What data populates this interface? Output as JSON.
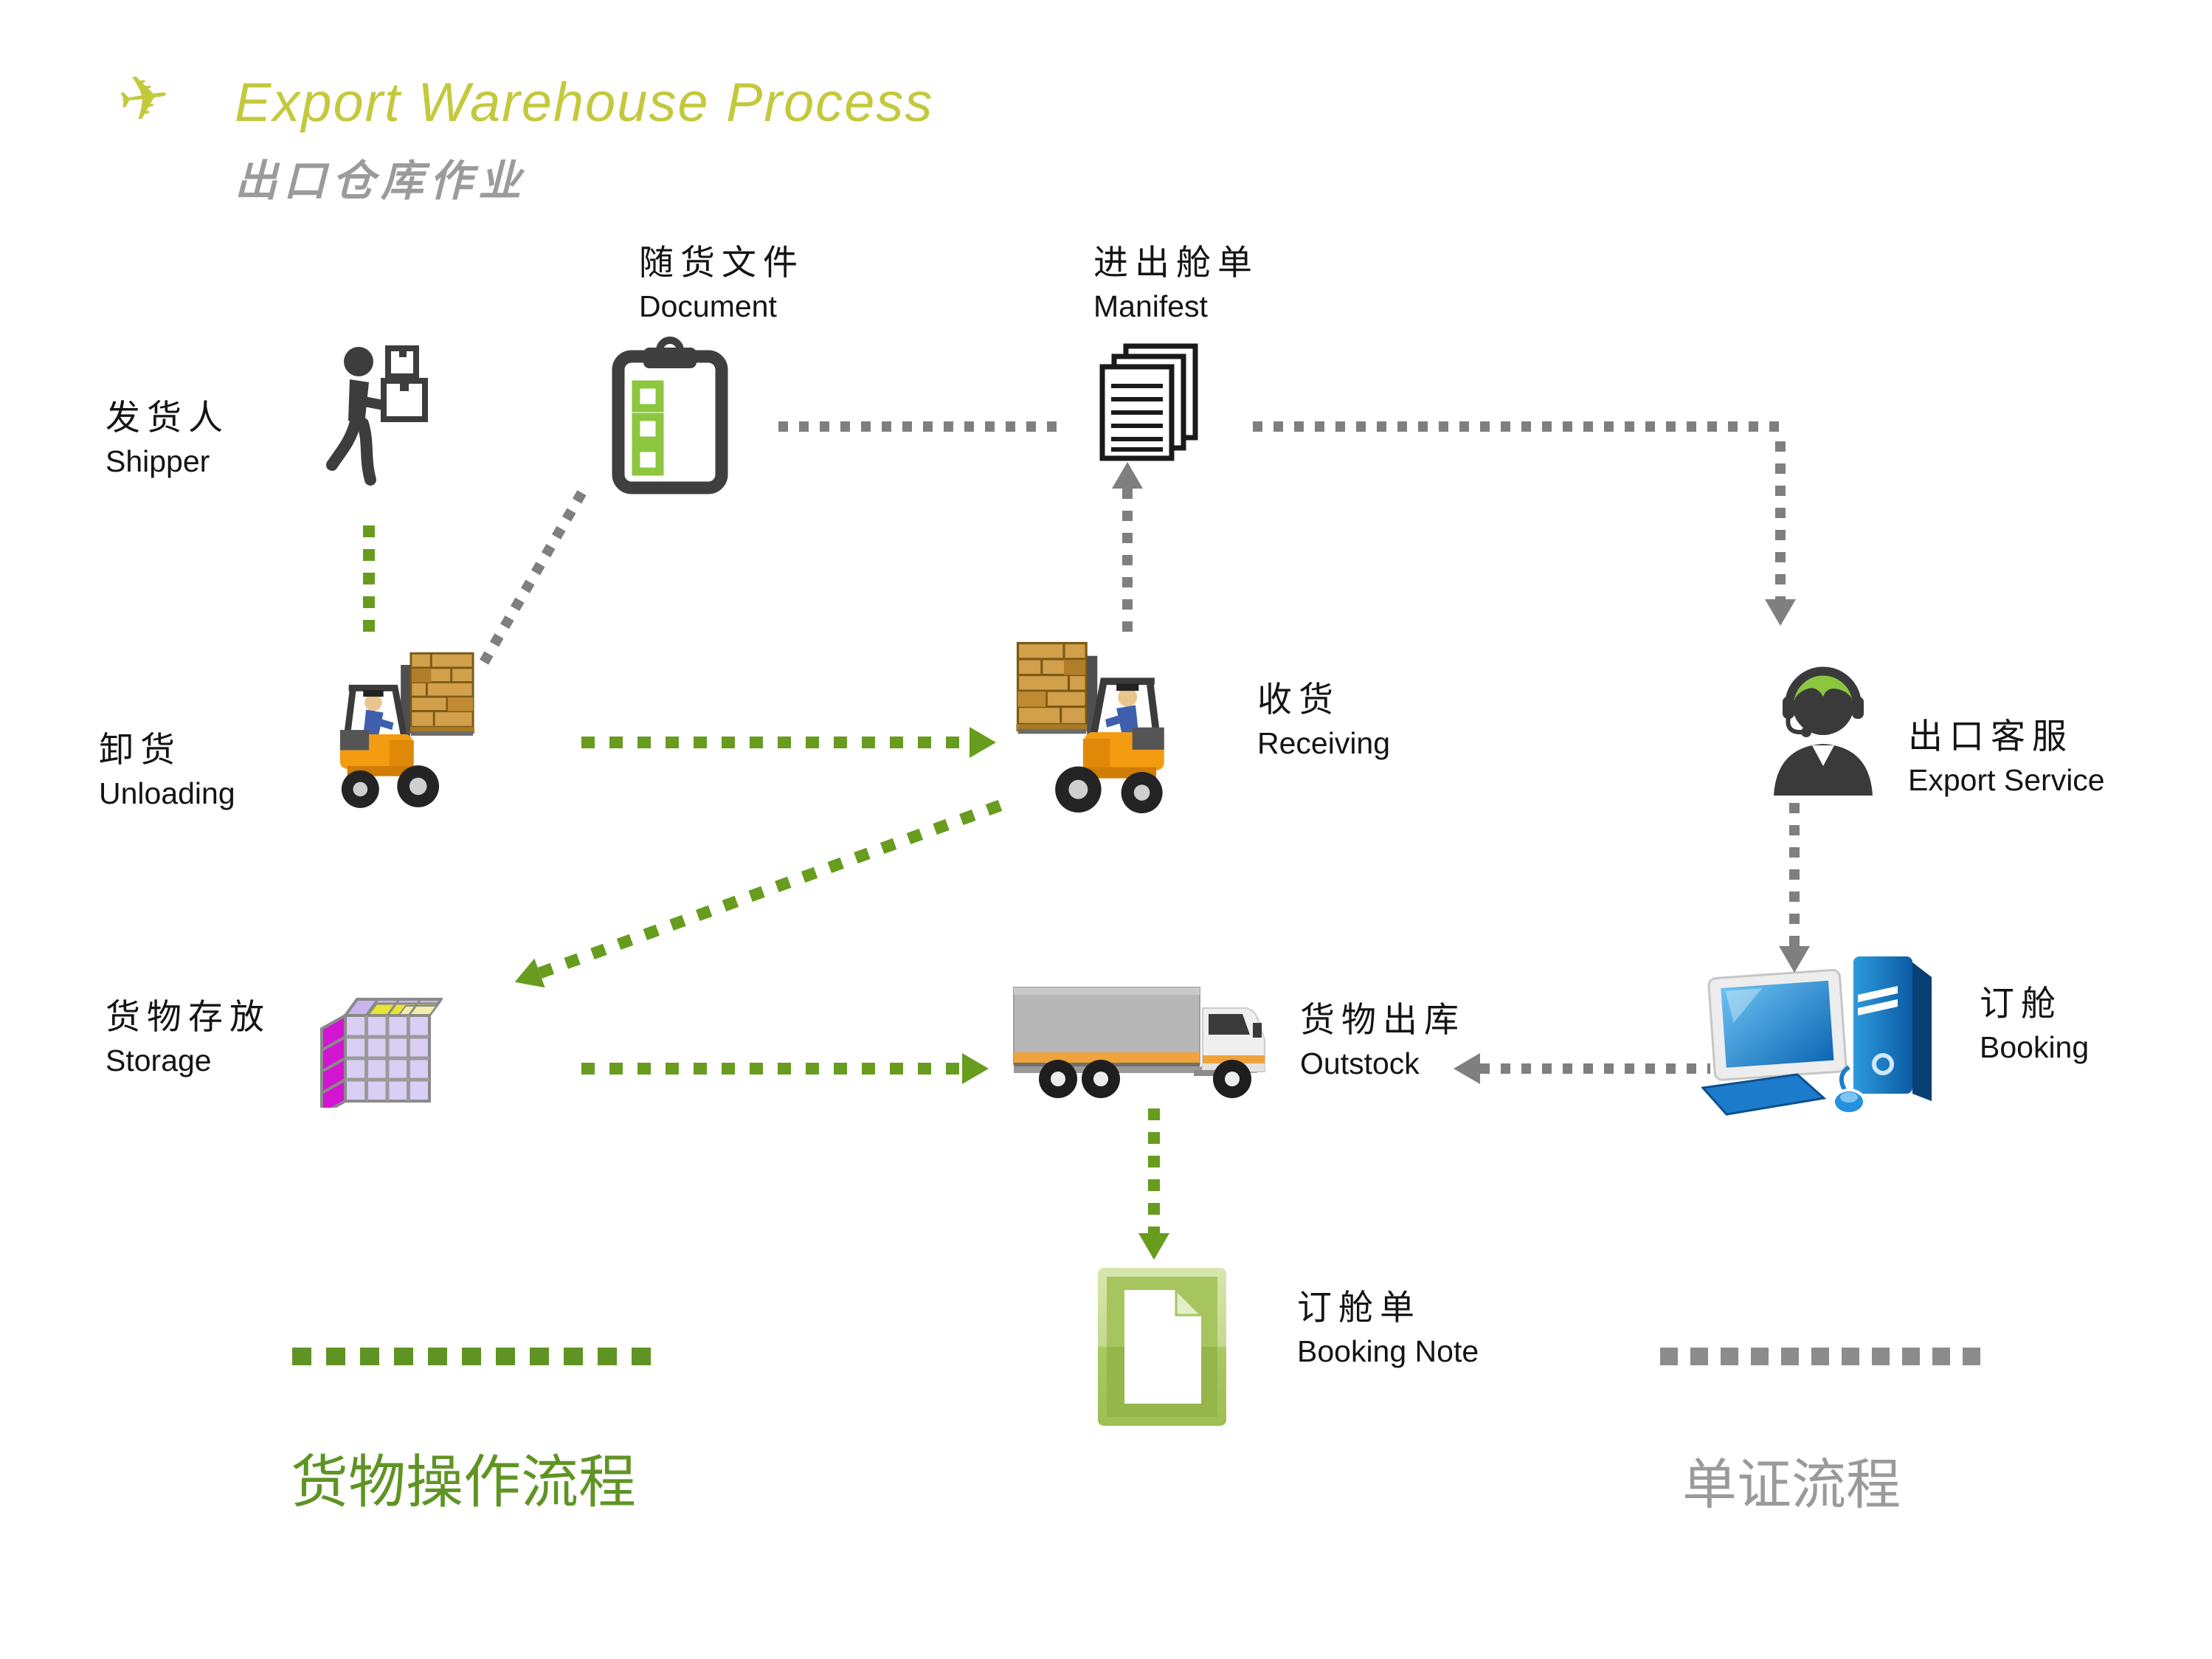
{
  "title": {
    "icon": "plane-icon",
    "icon_glyph": "✈",
    "text": "Export Warehouse Process",
    "subtitle": "出口仓库作业",
    "accent_color": "#c3c93c",
    "subtitle_color": "#9b9b9b"
  },
  "nodes": [
    {
      "id": "shipper",
      "zh": "发货人",
      "en": "Shipper",
      "icon": "person-carrying-boxes-icon"
    },
    {
      "id": "document",
      "zh": "随货文件",
      "en": "Document",
      "icon": "clipboard-checklist-icon"
    },
    {
      "id": "manifest",
      "zh": "进出舱单",
      "en": "Manifest",
      "icon": "paper-stack-icon"
    },
    {
      "id": "unloading",
      "zh": "卸货",
      "en": "Unloading",
      "icon": "forklift-icon"
    },
    {
      "id": "receiving",
      "zh": "收货",
      "en": "Receiving",
      "icon": "forklift-icon"
    },
    {
      "id": "export_service",
      "zh": "出口客服",
      "en": "Export Service",
      "icon": "headset-agent-icon"
    },
    {
      "id": "storage",
      "zh": "货物存放",
      "en": "Storage",
      "icon": "cargo-cube-icon"
    },
    {
      "id": "outstock",
      "zh": "货物出库",
      "en": "Outstock",
      "icon": "truck-icon"
    },
    {
      "id": "booking",
      "zh": "订舱",
      "en": "Booking",
      "icon": "desktop-computer-icon"
    },
    {
      "id": "booking_note",
      "zh": "订舱单",
      "en": "Booking Note",
      "icon": "green-document-icon"
    }
  ],
  "flows": {
    "cargo_flow": [
      {
        "from": "shipper",
        "to": "unloading"
      },
      {
        "from": "unloading",
        "to": "receiving"
      },
      {
        "from": "receiving",
        "to": "storage"
      },
      {
        "from": "storage",
        "to": "outstock"
      },
      {
        "from": "outstock",
        "to": "booking_note"
      }
    ],
    "document_flow": [
      {
        "from": "document",
        "to": "unloading"
      },
      {
        "from": "document",
        "to": "manifest"
      },
      {
        "from": "receiving",
        "to": "manifest"
      },
      {
        "from": "manifest",
        "to": "export_service"
      },
      {
        "from": "export_service",
        "to": "booking"
      },
      {
        "from": "booking",
        "to": "outstock"
      }
    ]
  },
  "legend": {
    "cargo": {
      "label": "货物操作流程",
      "color": "#5f9424",
      "style": "dashed"
    },
    "doc": {
      "label": "单证流程",
      "color": "#9a9a9a",
      "style": "dashed"
    }
  },
  "colors": {
    "cargo_flow_green": "#679c1f",
    "document_flow_gray": "#7f7f7f",
    "title_accent": "#c3c93c",
    "checklist_green": "#8dc63f",
    "storage_magenta": "#d314d3",
    "storage_lavender": "#d9cef4",
    "storage_yellow": "#e8e432",
    "forklift_orange": "#f39c12",
    "truck_stripe_orange": "#f0a23c",
    "computer_blue": "#1b74c0",
    "booking_note_green": "#a6c55e"
  }
}
